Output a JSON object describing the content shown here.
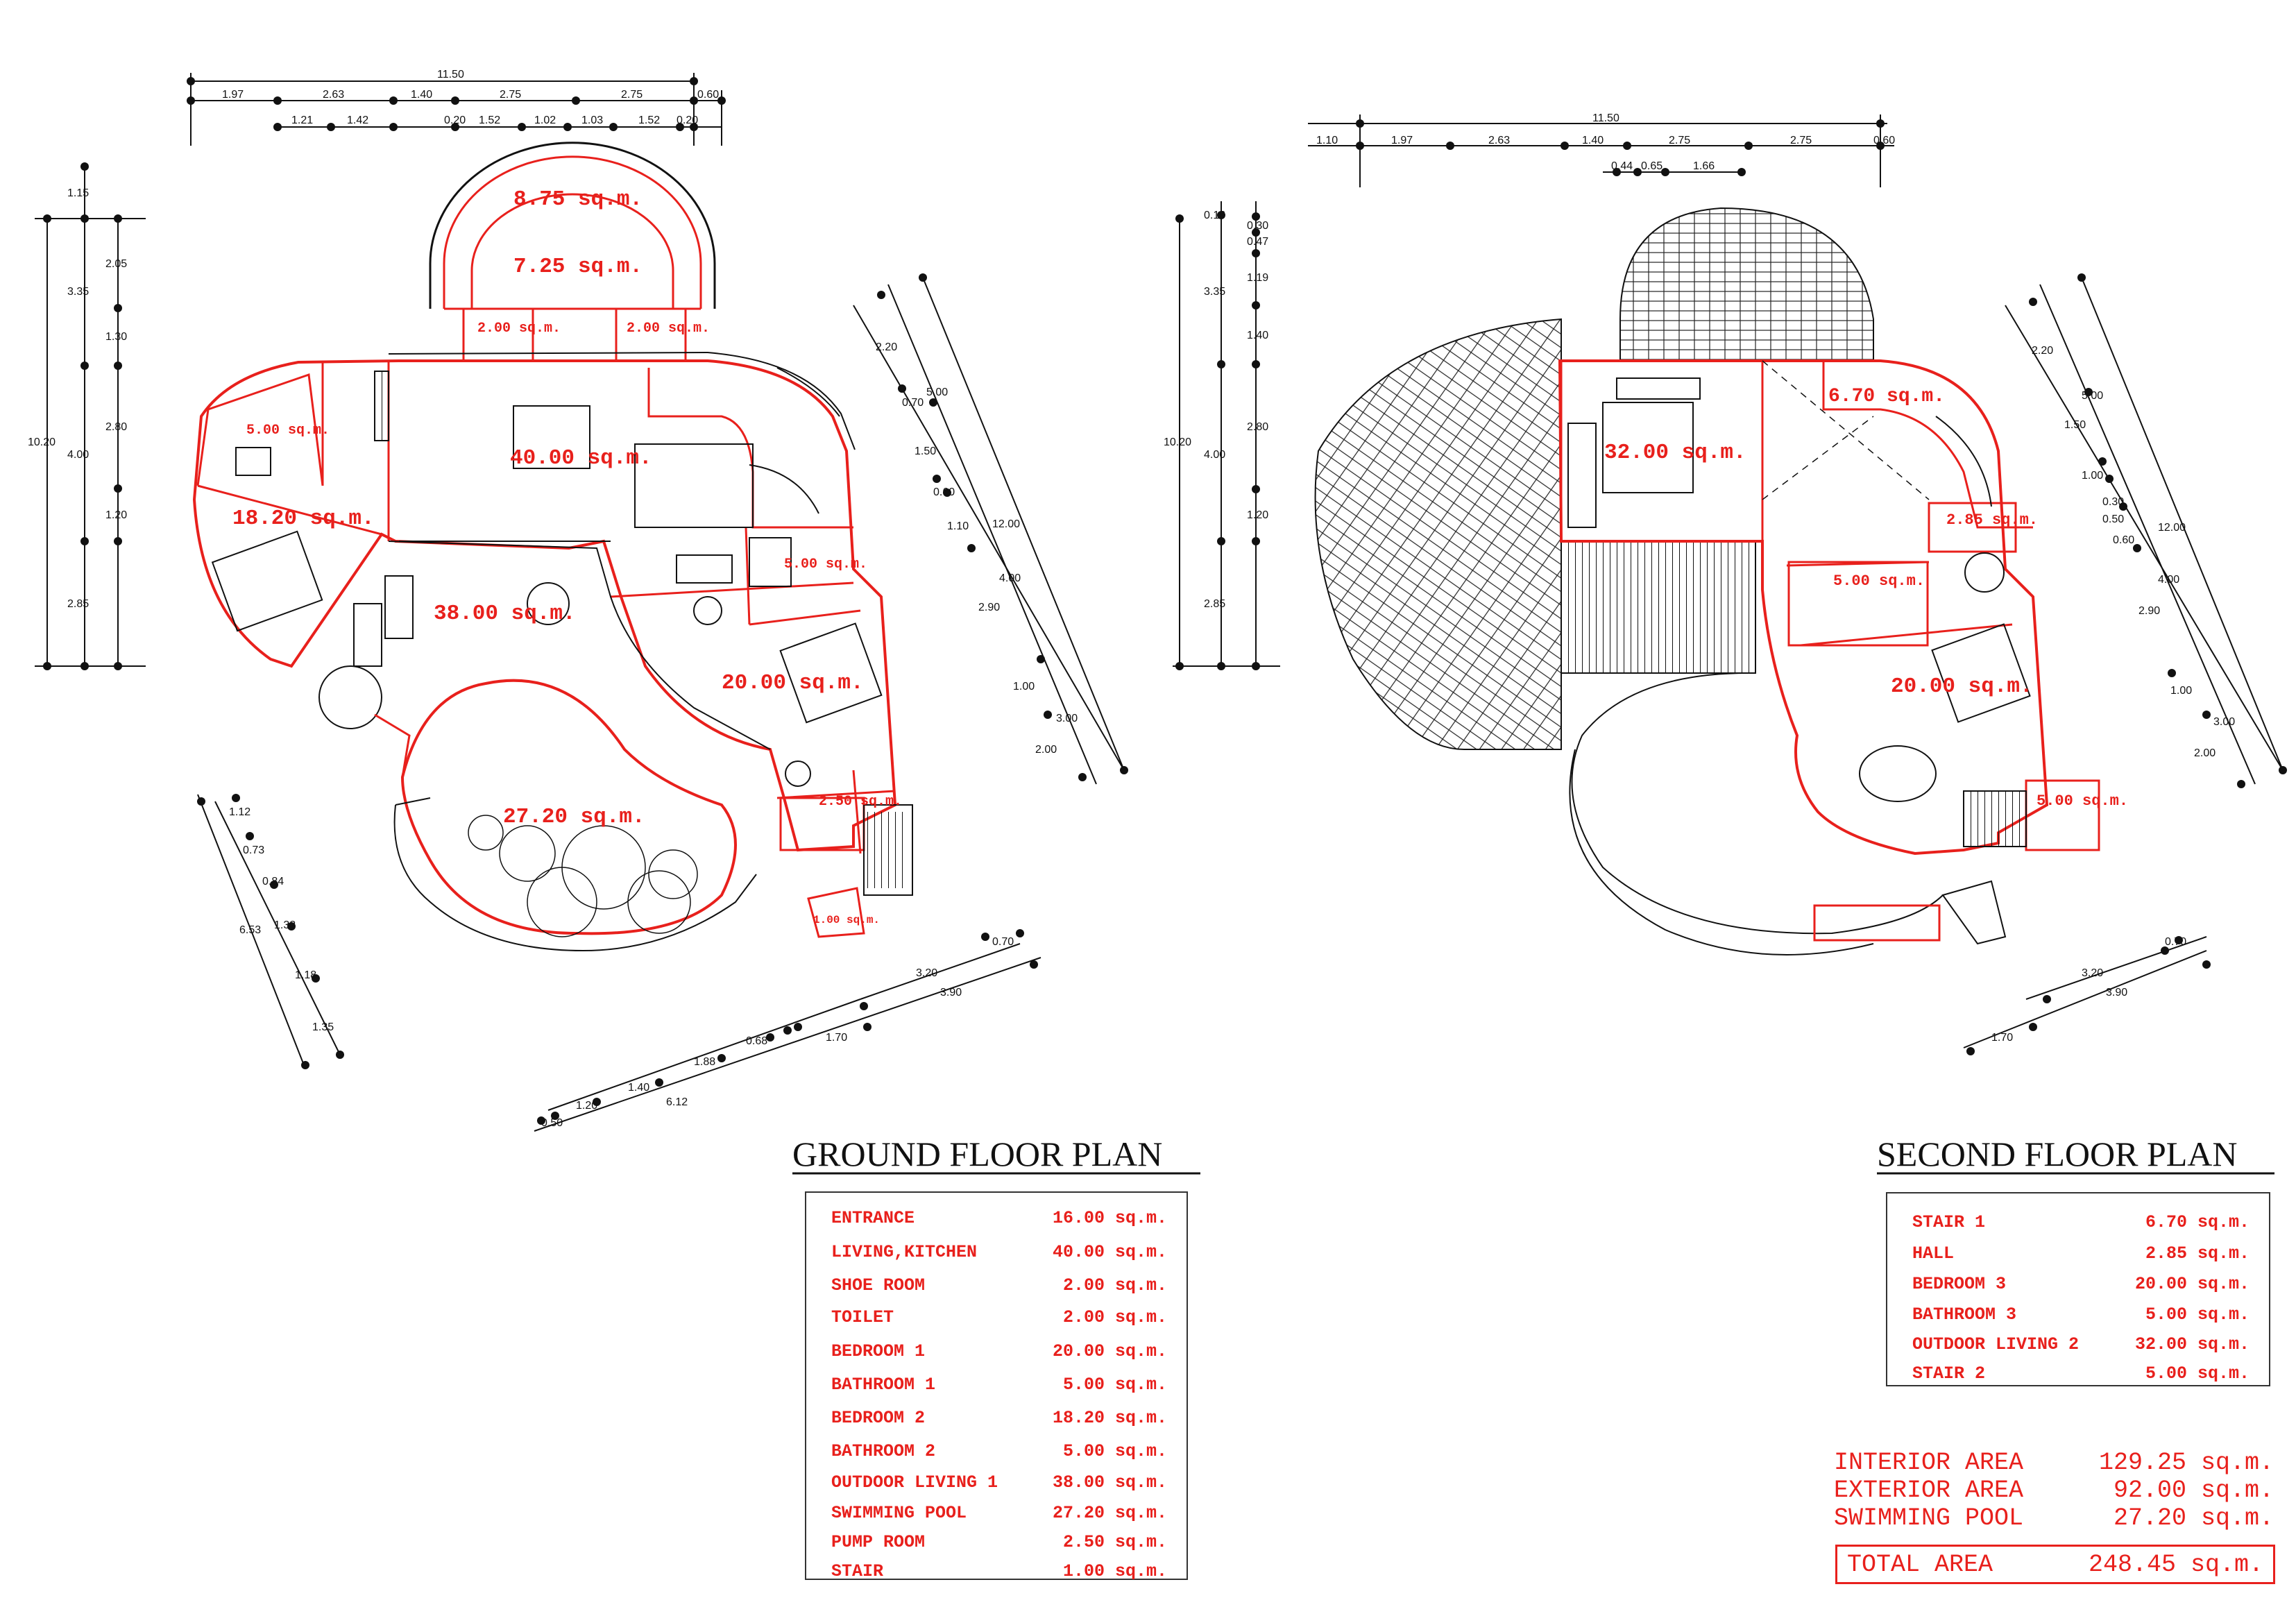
{
  "ground_plan": {
    "title": "GROUND FLOOR PLAN",
    "rooms": [
      "8.75 sq.m.",
      "7.25 sq.m.",
      "2.00 sq.m.",
      "2.00 sq.m.",
      "5.00 sq.m.",
      "40.00 sq.m.",
      "18.20 sq.m.",
      "38.00 sq.m.",
      "5.00 sq.m.",
      "20.00 sq.m.",
      "27.20 sq.m.",
      "2.50 sq.m.",
      "1.00 sq.m."
    ],
    "dims_top_total": "11.50",
    "dims_top_row1": [
      "1.97",
      "2.63",
      "1.40",
      "2.75",
      "2.75",
      "0.60"
    ],
    "dims_top_row2": [
      "1.21",
      "1.42",
      "0.20",
      "1.52",
      "1.02",
      "1.03",
      "1.52",
      "0.20"
    ],
    "dims_left_total": "10.20",
    "dims_left_outer": [
      "1.15",
      "3.35",
      "4.00",
      "2.85"
    ],
    "dims_left_inner": [
      "2.05",
      "1.30",
      "2.80",
      "1.20"
    ],
    "dims_right_total": "12.00",
    "dims_right_outer": [
      "2.20",
      "5.00",
      "1.50",
      "4.00",
      "3.00",
      "2.00"
    ],
    "dims_right_inner": [
      "0.70",
      "0.60",
      "1.10",
      "2.90",
      "1.00"
    ],
    "dims_lower_left_total": "6.53",
    "dims_lower_left": [
      "1.12",
      "0.73",
      "0.84",
      "1.32",
      "1.18",
      "1.35"
    ],
    "dims_bottom_total": "6.12",
    "dims_bottom": [
      "0.50",
      "1.20",
      "1.40",
      "1.88",
      "0.68",
      "1.70"
    ],
    "dims_bottom_right": [
      "0.70",
      "3.20",
      "3.90"
    ]
  },
  "second_plan": {
    "title": "SECOND FLOOR PLAN",
    "rooms": [
      "6.70 sq.m.",
      "32.00 sq.m.",
      "2.85 sq.m.",
      "5.00 sq.m.",
      "20.00 sq.m.",
      "5.00 sq.m."
    ],
    "dims_top_total": "11.50",
    "dims_top_row1": [
      "1.10",
      "1.97",
      "2.63",
      "1.40",
      "2.75",
      "2.75",
      "0.60"
    ],
    "dims_top_row2": [
      "0.44",
      "0.65",
      "1.66"
    ],
    "dims_left_total": "10.20",
    "dims_left_outer": [
      "0.16",
      "3.35",
      "4.00",
      "2.85"
    ],
    "dims_left_inner": [
      "0.30",
      "0.47",
      "1.19",
      "1.40",
      "2.80",
      "1.20"
    ],
    "dims_right_total": "12.00",
    "dims_right_outer": [
      "2.20",
      "5.00",
      "1.50",
      "4.00",
      "3.00",
      "2.00"
    ],
    "dims_right_inner": [
      "1.00",
      "0.30",
      "0.50",
      "0.60",
      "2.90",
      "1.00"
    ],
    "dims_bottom_right": [
      "0.70",
      "3.20",
      "3.90",
      "1.70"
    ]
  },
  "ground_schedule": [
    {
      "name": "ENTRANCE",
      "area": "16.00 sq.m."
    },
    {
      "name": "LIVING,KITCHEN",
      "area": "40.00 sq.m."
    },
    {
      "name": "SHOE ROOM",
      "area": "2.00 sq.m."
    },
    {
      "name": "TOILET",
      "area": "2.00 sq.m."
    },
    {
      "name": "BEDROOM 1",
      "area": "20.00 sq.m."
    },
    {
      "name": "BATHROOM 1",
      "area": "5.00 sq.m."
    },
    {
      "name": "BEDROOM 2",
      "area": "18.20 sq.m."
    },
    {
      "name": "BATHROOM 2",
      "area": "5.00 sq.m."
    },
    {
      "name": "OUTDOOR LIVING 1",
      "area": "38.00 sq.m."
    },
    {
      "name": "SWIMMING POOL",
      "area": "27.20 sq.m."
    },
    {
      "name": "PUMP ROOM",
      "area": "2.50 sq.m."
    },
    {
      "name": "STAIR",
      "area": "1.00 sq.m."
    }
  ],
  "second_schedule": [
    {
      "name": "STAIR 1",
      "area": "6.70 sq.m."
    },
    {
      "name": "HALL",
      "area": "2.85 sq.m."
    },
    {
      "name": "BEDROOM 3",
      "area": "20.00 sq.m."
    },
    {
      "name": "BATHROOM 3",
      "area": "5.00 sq.m."
    },
    {
      "name": "OUTDOOR LIVING 2",
      "area": "32.00 sq.m."
    },
    {
      "name": "STAIR 2",
      "area": "5.00 sq.m."
    }
  ],
  "summary": [
    {
      "name": "INTERIOR AREA",
      "area": "129.25 sq.m."
    },
    {
      "name": "EXTERIOR AREA",
      "area": "92.00 sq.m."
    },
    {
      "name": "SWIMMING POOL",
      "area": "27.20 sq.m."
    }
  ],
  "total": {
    "label": "TOTAL AREA",
    "area": "248.45 sq.m."
  },
  "colors": {
    "accent": "#e8201c",
    "linework": "#111111"
  }
}
